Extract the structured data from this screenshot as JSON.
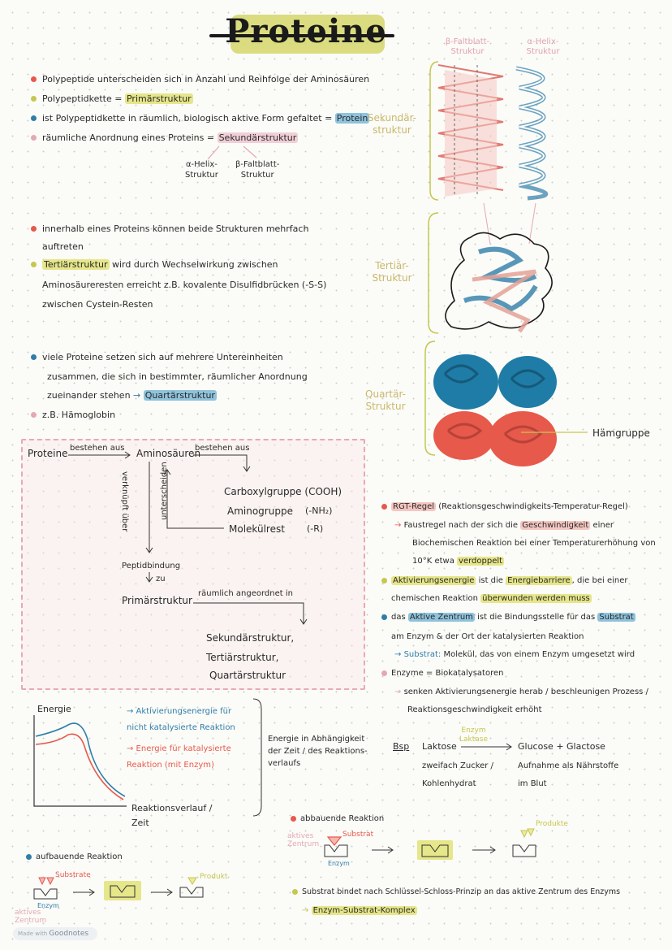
{
  "title": "Proteine",
  "bullets_top": {
    "b1": "Polypeptide unterscheiden sich in Anzahl und Reihfolge der Aminosäuren",
    "b2_pre": "Polypeptidkette =",
    "b2_hl": "Primärstruktur",
    "b3_pre": "ist Polypeptidkette in räumlich, biologisch aktive Form gefaltet =",
    "b3_hl": "Protein",
    "b4_pre": "räumliche Anordnung eines Proteins =",
    "b4_hl": "Sekundärstruktur",
    "alpha": "α-Helix-\nStruktur",
    "beta": "β-Faltblatt-\nStruktur"
  },
  "bullets_tertiary": {
    "b1_l1": "innerhalb eines Proteins können beide Strukturen mehrfach",
    "b1_l2": "auftreten",
    "b2_hl": "Tertiärstruktur",
    "b2_l1": "wird durch Wechselwirkung zwischen",
    "b2_l2": "Aminosäureresten erreicht z.B. kovalente Disulfidbrücken (-S-S)",
    "b2_l3": "zwischen Cystein-Resten"
  },
  "bullets_quartary": {
    "b1_l1": "viele Proteine setzen sich auf mehrere Untereinheiten",
    "b1_l2": "zusammen, die sich in bestimmter, räumlicher Anordnung",
    "b1_l3": "zueinander stehen",
    "b1_hl": "Quartärstruktur",
    "b2": "z.B. Hämoglobin"
  },
  "structure_labels": {
    "beta_sheet": "β-Faltblatt-\nStruktur",
    "alpha_helix": "α-Helix-\nStruktur",
    "secondary": "Sekundär-\nstruktur",
    "tertiary": "Tertiär-\nStruktur",
    "quartary": "Quartär-\nStruktur",
    "heme": "Hämgruppe"
  },
  "flow": {
    "proteine": "Proteine",
    "bestehen_aus_1": "bestehen aus",
    "aminosaeuren": "Aminosäuren",
    "bestehen_aus_2": "bestehen aus",
    "verknuepft": "verknüpft über",
    "unterscheiden": "unterscheiden",
    "carboxyl": "Carboxylgruppe (COOH)",
    "amino": "Aminogruppe",
    "amino_f": "(-NH₂)",
    "molekuel": "Molekülrest",
    "molekuel_f": "(-R)",
    "peptid": "Peptidbindung",
    "zu": "zu",
    "primaer": "Primärstruktur",
    "raeumlich": "räumlich angeordnet in",
    "sek": "Sekundärstruktur,",
    "tert": "Tertiärstruktur,",
    "quar": "Quartärstruktur"
  },
  "rgt": {
    "hl": "RGT-Regel",
    "l1": "(Reaktionsgeschwindigkeits-Temperatur-Regel)",
    "l2_pre": "Faustregel nach der sich die",
    "l2_hl": "Geschwindigkeit",
    "l2_post": "einer",
    "l3": "Biochemischen Reaktion bei einer Temperaturerhöhung von",
    "l4_pre": "10°K etwa",
    "l4_hl": "verdoppelt"
  },
  "aktiv": {
    "hl1": "Aktivierungsenergie",
    "t1": "ist die",
    "hl2": "Energiebarriere",
    "t2": ", die bei einer",
    "l2_pre": "chemischen Reaktion",
    "l2_hl": "überwunden werden muss"
  },
  "zentrum": {
    "pre": "das",
    "hl": "Aktive Zentrum",
    "mid": "ist die Bindungsstelle für das",
    "hl2": "Substrat",
    "l2": "am Enzym & der Ort der katalysierten Reaktion",
    "l3_a": "Substrat:",
    "l3_b": "Molekül, das von einem Enzym umgesetzt wird"
  },
  "enzyme": {
    "l1": "Enzyme = Biokatalysatoren",
    "l2": "senken Aktivierungsenergie herab / beschleunigen Prozess /",
    "l3": "Reaktionsgeschwindigkeit erhöht"
  },
  "bsp": {
    "label": "Bsp",
    "laktose": "Laktose",
    "enzym_lbl": "Enzym\nLaktase",
    "produkt": "Glucose + Glactose",
    "zweifach": "zweifach Zucker /",
    "kohlen": "Kohlenhydrat",
    "aufnahme": "Aufnahme als Nährstoffe",
    "blut": "im Blut"
  },
  "energy_chart": {
    "ylabel": "Energie",
    "xlabel": "Reaktionsverlauf /\nZeit",
    "legend1": "→ Aktivierungsenergie für\nnicht katalysierte Reaktion",
    "legend2": "→ Energie für katalysierte\nReaktion (mit Enzym)",
    "brace_text": "Energie in Abhängigkeit\nder Zeit / des Reaktions-\nverlaufs"
  },
  "abbau": {
    "title": "abbauende Reaktion",
    "aktiv": "aktives\nZentrum",
    "substrat": "Substrat",
    "enzym": "Enzym",
    "produkte": "Produkte"
  },
  "aufbau": {
    "title": "aufbauende Reaktion",
    "substrate": "Substrate",
    "enzym": "Enzym",
    "produkt": "Produkt",
    "aktiv": "aktives\nZentrum"
  },
  "schloss": {
    "l1": "Substrat bindet nach Schlüssel-Schloss-Prinzip an das aktive Zentrum des Enzyms",
    "l2": "Enzym-Substrat-Komplex"
  },
  "watermark": {
    "made": "Made with",
    "brand": "Goodnotes"
  },
  "colors": {
    "red": "#e7594a",
    "olive": "#c5c74f",
    "blue": "#2f7ea8",
    "pink": "#e3a9b3"
  }
}
